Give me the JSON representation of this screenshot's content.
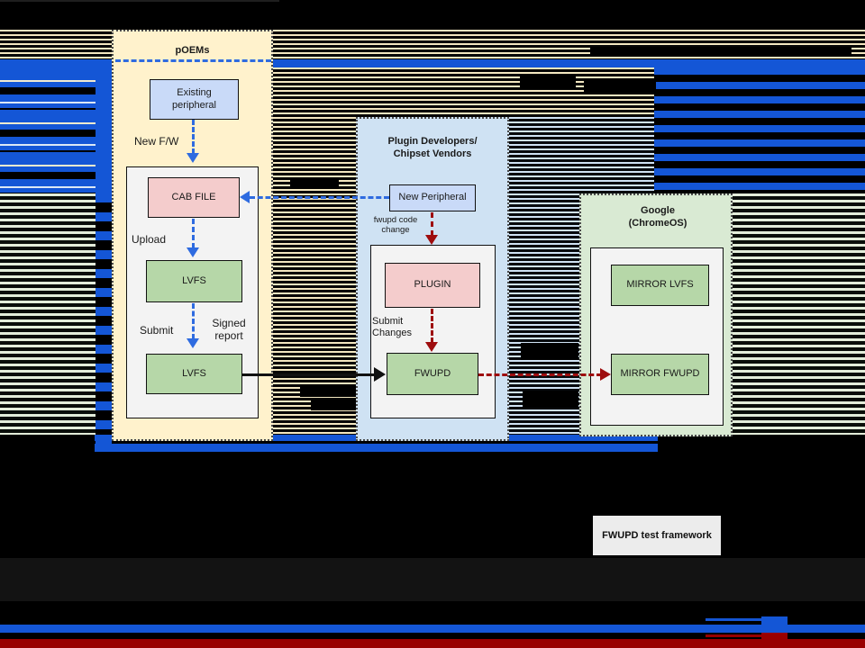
{
  "panels": {
    "poems": {
      "title": "pOEMs"
    },
    "plugin_devs": {
      "title": "Plugin Developers/ Chipset Vendors"
    },
    "google": {
      "title": "Google (ChromeOS)"
    }
  },
  "boxes": {
    "existing_peripheral": {
      "label": "Existing peripheral"
    },
    "cab_file": {
      "label": "CAB FILE"
    },
    "lvfs_upload": {
      "label": "LVFS"
    },
    "lvfs_submit": {
      "label": "LVFS"
    },
    "new_peripheral": {
      "label": "New Peripheral"
    },
    "plugin": {
      "label": "PLUGIN"
    },
    "fwupd": {
      "label": "FWUPD"
    },
    "mirror_lvfs": {
      "label": "MIRROR LVFS"
    },
    "mirror_fwupd": {
      "label": "MIRROR FWUPD"
    },
    "fwupd_test_framework": {
      "label": "FWUPD test framework"
    }
  },
  "edge_labels": {
    "new_fw": "New F/W",
    "upload": "Upload",
    "submit": "Submit",
    "signed_report": "Signed report",
    "fwupd_code_change": "fwupd code change",
    "submit_changes": "Submit Changes"
  },
  "colors": {
    "glitch_blue": "#1456d6",
    "glitch_red": "#990000",
    "arrow_blue": "#2e6be0",
    "arrow_red": "#9e0d0e",
    "panel_tan": "#fff2cc",
    "panel_blue": "#cfe2f3",
    "panel_green": "#d9ead3",
    "box_pink": "#f4cccc",
    "box_green": "#b6d7a8",
    "box_blue": "#c9daf8"
  }
}
